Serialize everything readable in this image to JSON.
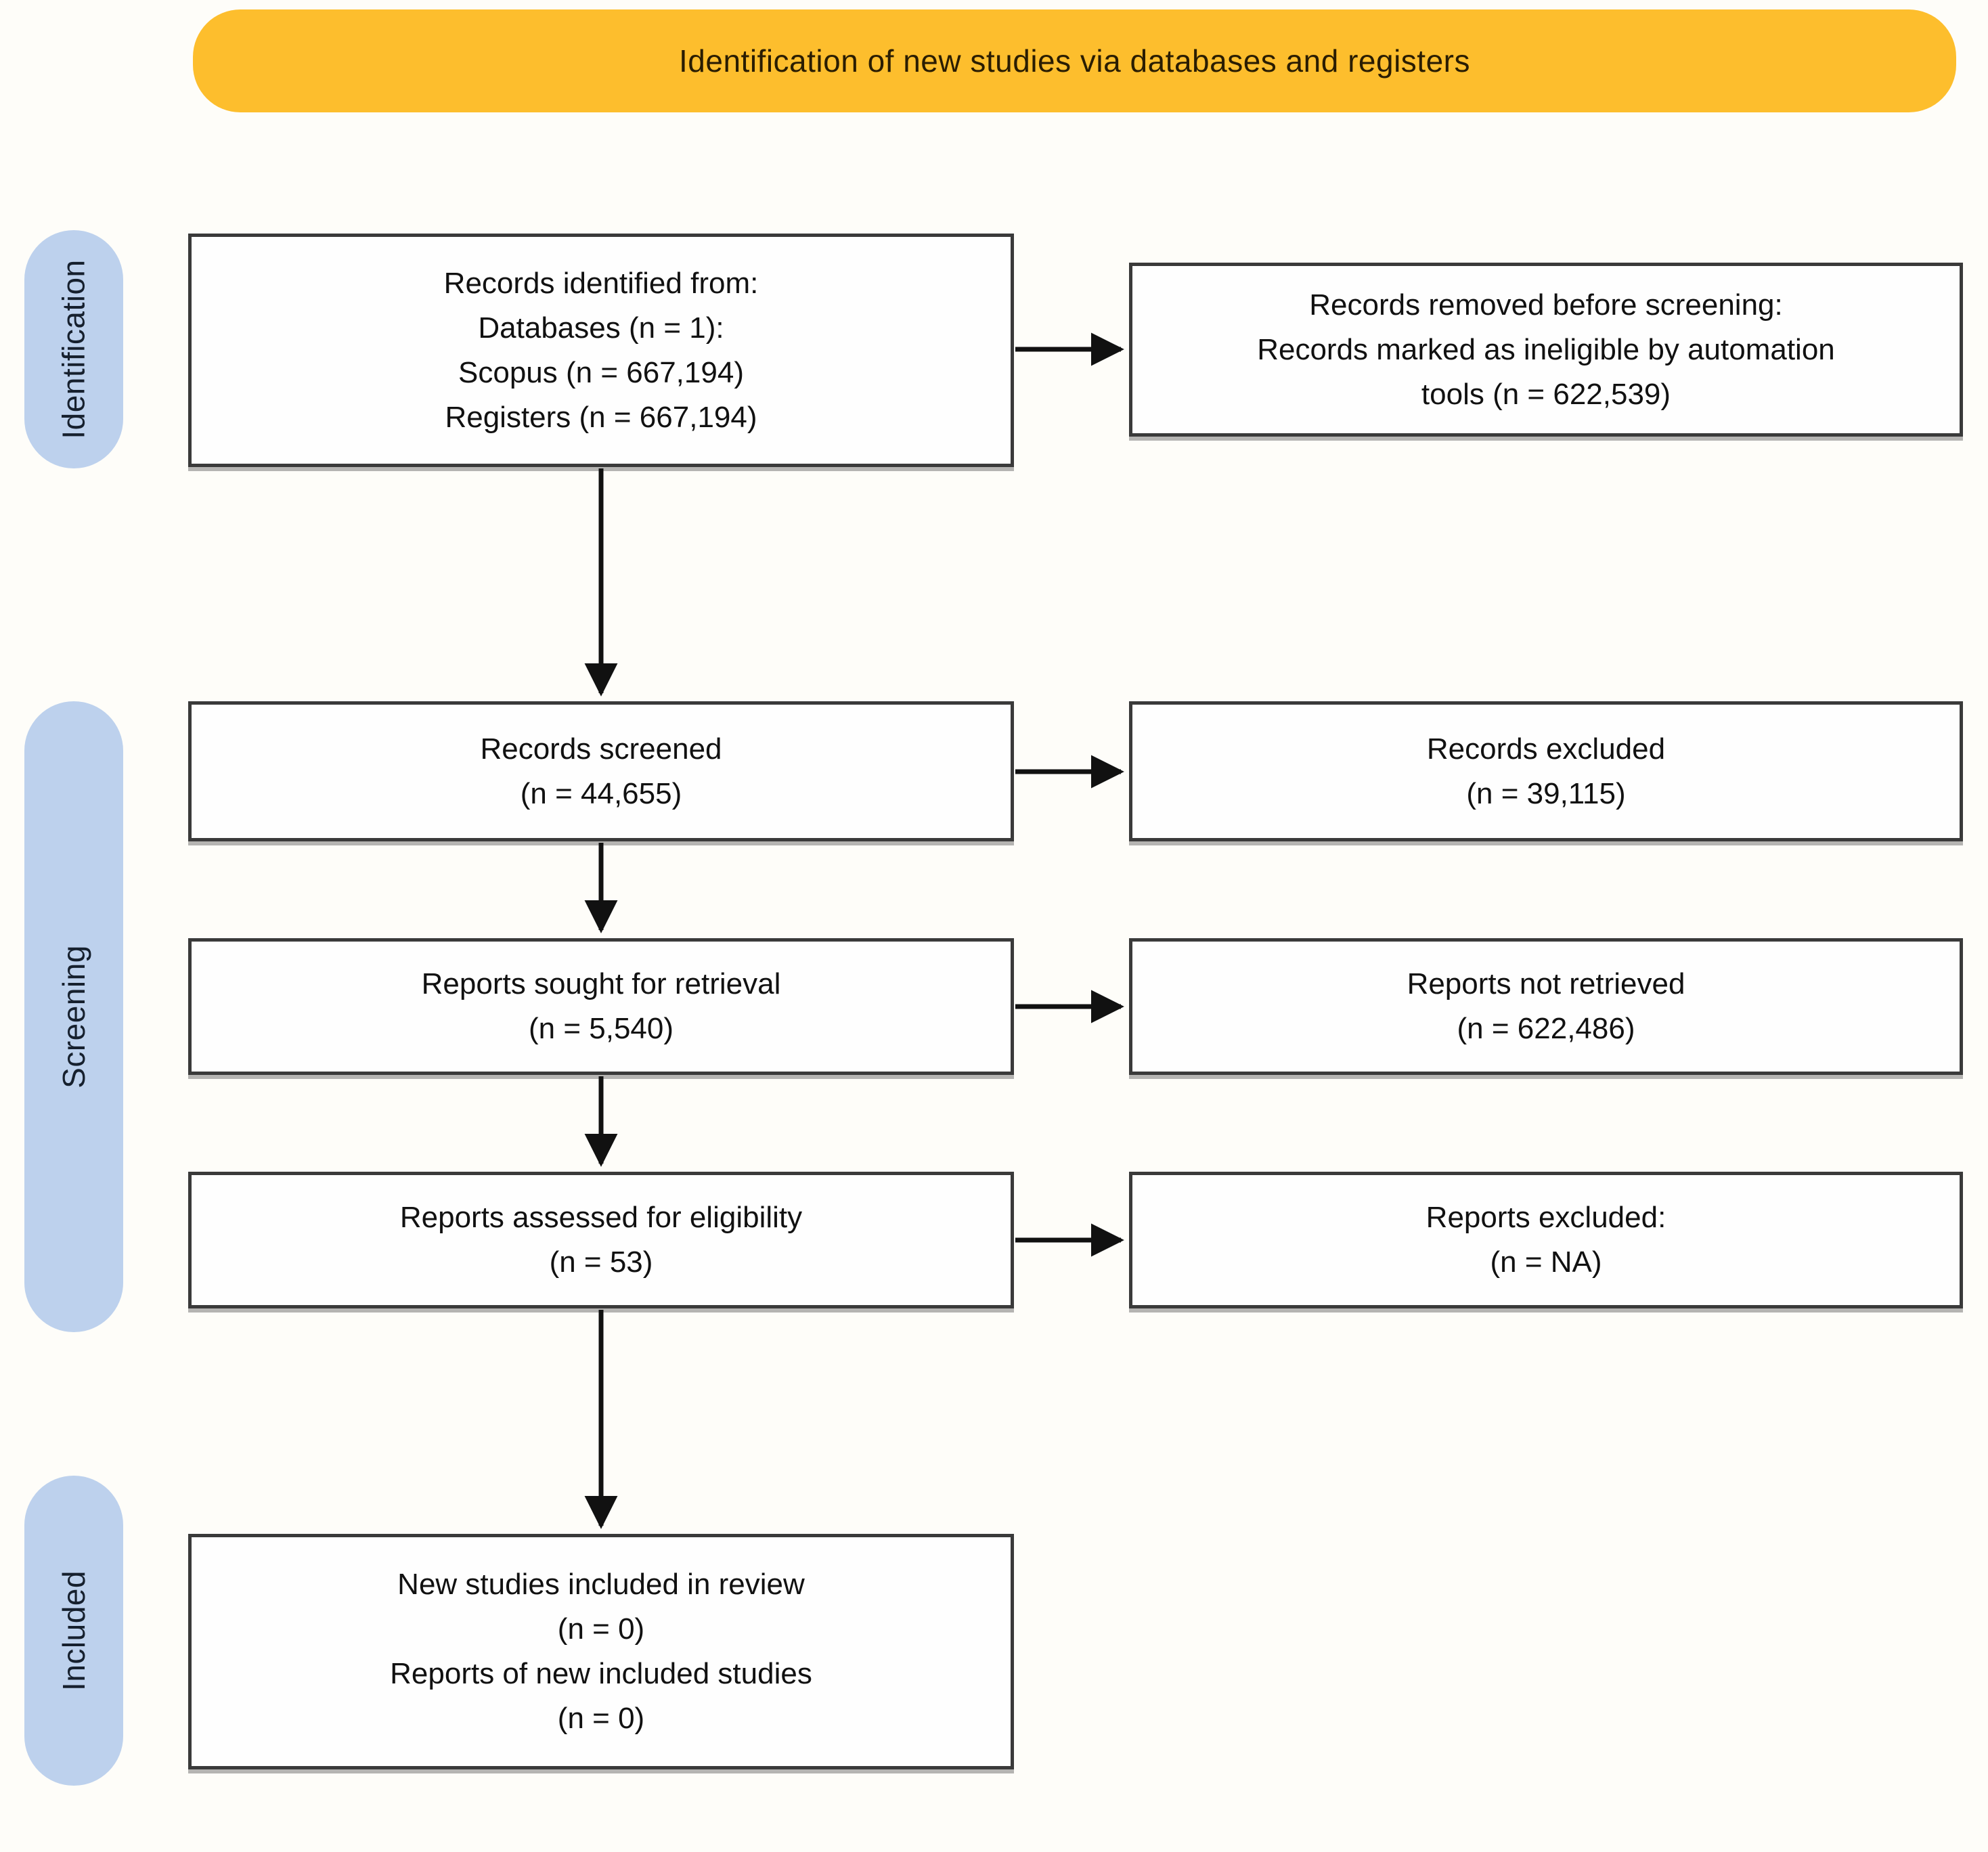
{
  "banner": {
    "title": "Identification of new studies via databases and registers"
  },
  "stage_labels": {
    "identification": "Identification",
    "screening": "Screening",
    "included": "Included"
  },
  "boxes": {
    "records_identified": {
      "lines": [
        "Records identified from:",
        "Databases (n = 1):",
        "Scopus (n = 667,194)",
        "Registers (n = 667,194)"
      ]
    },
    "records_removed": {
      "lines": [
        "Records removed before screening:",
        "Records marked as ineligible by automation",
        "tools (n = 622,539)"
      ]
    },
    "records_screened": {
      "lines": [
        "Records screened",
        "(n = 44,655)"
      ]
    },
    "records_excluded": {
      "lines": [
        "Records excluded",
        "(n = 39,115)"
      ]
    },
    "reports_sought": {
      "lines": [
        "Reports sought for retrieval",
        "(n = 5,540)"
      ]
    },
    "reports_not_retrieved": {
      "lines": [
        "Reports not retrieved",
        "(n = 622,486)"
      ]
    },
    "reports_assessed": {
      "lines": [
        "Reports assessed for eligibility",
        "(n = 53)"
      ]
    },
    "reports_excluded": {
      "lines": [
        "Reports excluded:",
        "(n = NA)"
      ]
    },
    "new_studies_included": {
      "lines": [
        "New studies included in review",
        "(n = 0)",
        "Reports of new included studies",
        "(n = 0)"
      ]
    }
  },
  "colors": {
    "banner_bg": "#fdbe2d",
    "banner_text": "#2a1d02",
    "pill_bg": "#bdd1ed",
    "pill_text": "#16202e",
    "box_border": "#3a3a3a",
    "box_bg": "#fefefe",
    "box_text": "#111111",
    "arrow": "#111111",
    "page_bg": "#fefdf9"
  }
}
